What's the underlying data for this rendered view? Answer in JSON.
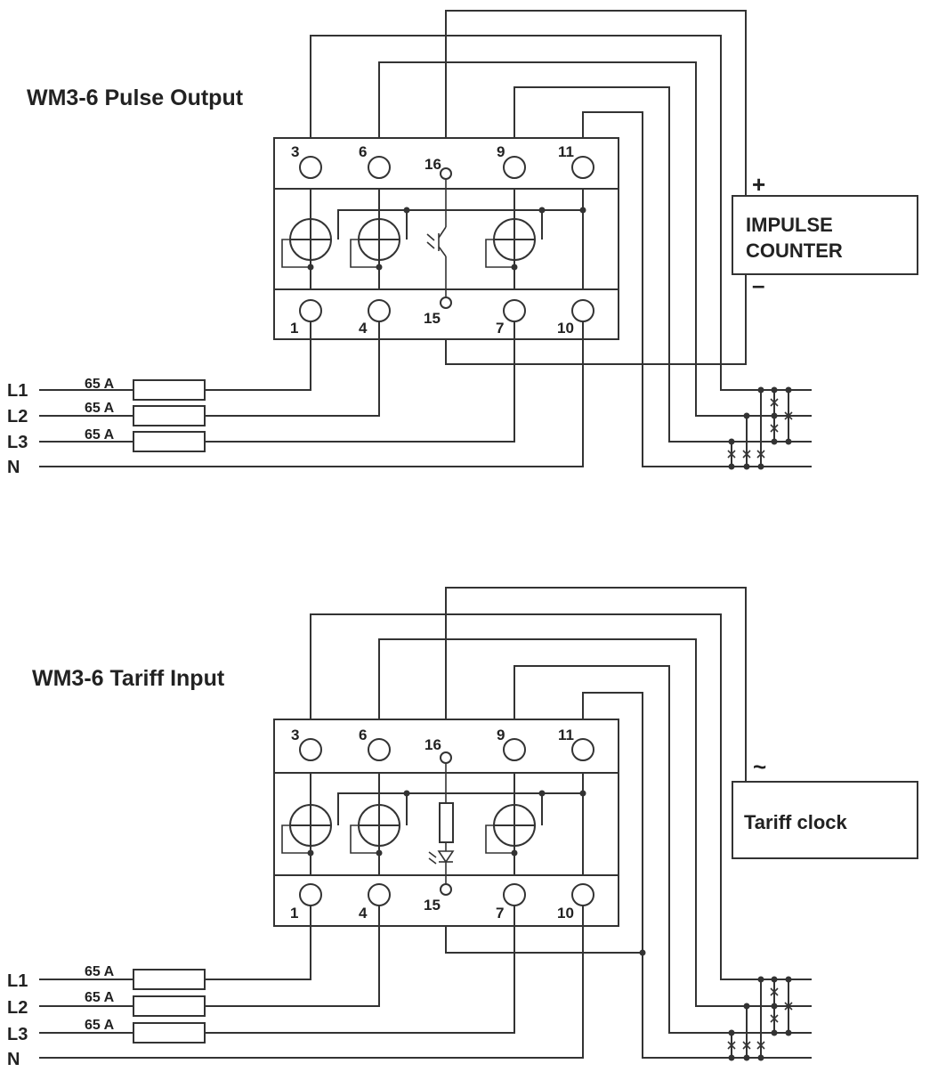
{
  "pulse": {
    "title": "WM3-6 Pulse Output",
    "terminals_top": [
      "3",
      "6",
      "16",
      "9",
      "11"
    ],
    "terminals_bottom": [
      "1",
      "4",
      "15",
      "7",
      "10"
    ],
    "device_label_lines": [
      "IMPULSE",
      "COUNTER"
    ],
    "plus": "+",
    "minus": "–",
    "lines": [
      "L1",
      "L2",
      "L3",
      "N"
    ],
    "fuses": [
      "65 A",
      "65 A",
      "65 A"
    ]
  },
  "tariff": {
    "title": "WM3-6 Tariff Input",
    "terminals_top": [
      "3",
      "6",
      "16",
      "9",
      "11"
    ],
    "terminals_bottom": [
      "1",
      "4",
      "15",
      "7",
      "10"
    ],
    "device_label": "Tariff clock",
    "ac": "~",
    "lines": [
      "L1",
      "L2",
      "L3",
      "N"
    ],
    "fuses": [
      "65 A",
      "65 A",
      "65 A"
    ]
  }
}
